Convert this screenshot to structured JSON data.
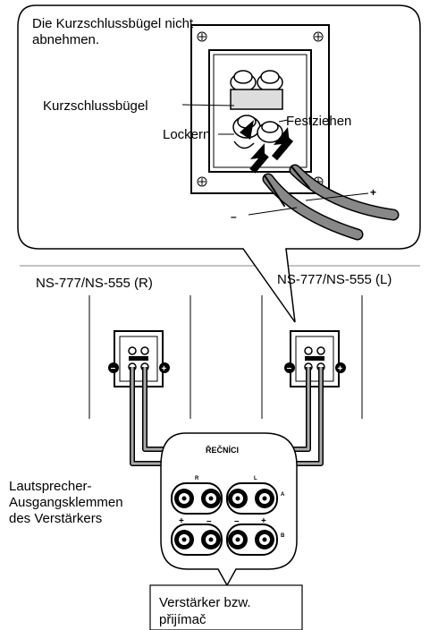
{
  "callout": {
    "note_line1": "Die Kurzschlussbügel nicht",
    "note_line2": "abnehmen.",
    "label_bridge": "Kurzschlussbügel",
    "label_loosen": "Lockern",
    "label_tighten": "Festziehen",
    "sign_plus": "+",
    "sign_minus": "–"
  },
  "speakers": {
    "right_label": "NS-777/NS-555 (R)",
    "left_label": "NS-777/NS-555 (L)",
    "minus_sign": "−",
    "plus_sign": "+"
  },
  "amplifier": {
    "panel_title": "ŘEČNÍCI",
    "channel_r": "R",
    "channel_l": "L",
    "row_a": "A",
    "row_b": "B",
    "plus": "+",
    "minus": "–",
    "terminals_line1": "Lautsprecher-",
    "terminals_line2": "Ausgangsklemmen",
    "terminals_line3": "des Verstärkers",
    "box_line1": "Verstärker bzw.",
    "box_line2": "přijímač"
  }
}
